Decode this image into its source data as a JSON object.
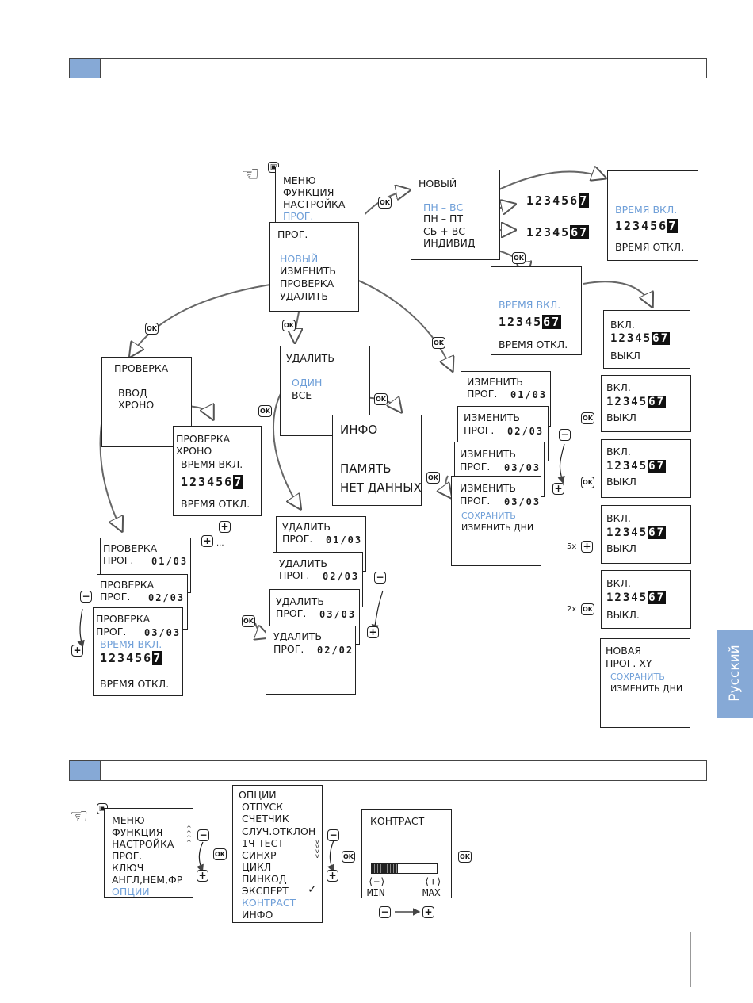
{
  "side_tab": "Русский",
  "main_menu": [
    "МЕНЮ",
    "ФУНКЦИЯ",
    "НАСТРОЙКА",
    "ПРОГ."
  ],
  "prog_menu": {
    "title": "ПРОГ.",
    "items": [
      "НОВЫЙ",
      "ИЗМЕНИТЬ",
      "ПРОВЕРКА",
      "УДАЛИТЬ"
    ]
  },
  "new_menu": {
    "title": "НОВЫЙ",
    "items": [
      "ПН – ВС",
      "ПН – ПТ",
      "СБ + ВС",
      "ИНДИВИД"
    ]
  },
  "days": "123456",
  "days_last": "7",
  "days_first5": "12345",
  "days_67": "67",
  "time_on": "ВРЕМЯ ВКЛ.",
  "time_off": "ВРЕМЯ ОТКЛ.",
  "on_short": "ВКЛ.",
  "off_short": "ВЫКЛ",
  "off_short_dot": "ВЫКЛ.",
  "check_menu": [
    "ПРОВЕРКА",
    "ВВОД",
    "ХРОНО"
  ],
  "check_chrono": [
    "ПРОВЕРКА",
    "ХРОНО"
  ],
  "check_title": "ПРОВЕРКА",
  "prog_label": "ПРОГ.",
  "counters": [
    "01/03",
    "02/03",
    "03/03",
    "02/02"
  ],
  "delete_menu": {
    "title": "УДАЛИТЬ",
    "items": [
      "ОДИН",
      "ВСЕ"
    ]
  },
  "info_box": {
    "title": "ИНФО",
    "lines": [
      "ПАМЯТЬ",
      "НЕТ ДАННЫХ"
    ]
  },
  "delete_title": "УДАЛИТЬ",
  "change_title": "ИЗМЕНИТЬ",
  "save": "СОХРАНИТЬ",
  "change_days": "ИЗМЕНИТЬ ДНИ",
  "new_prog": [
    "НОВАЯ",
    "ПРОГ. XY"
  ],
  "key_ok": "OK",
  "key_plus": "+",
  "key_minus": "−",
  "ellipsis": "...",
  "mult_5x": "5x",
  "mult_2x": "2x",
  "menu2": [
    "МЕНЮ",
    "ФУНКЦИЯ",
    "НАСТРОЙКА",
    "ПРОГ.",
    "КЛЮЧ",
    "АНГЛ,НЕМ,ФР",
    "ОПЦИИ"
  ],
  "options": [
    "ОПЦИИ",
    "ОТПУСК",
    "СЧЕТЧИК",
    "СЛУЧ.ОТКЛОН",
    "1Ч-ТЕСТ",
    "СИНХР",
    "ЦИКЛ",
    "ПИНКОД",
    "ЭКСПЕРТ",
    "КОНТРАСТ",
    "ИНФО"
  ],
  "check_mark": "✓",
  "contrast": {
    "title": "КОНТРАСТ",
    "minus_hint": "⟨−⟩",
    "plus_hint": "⟨+⟩",
    "min": "MIN",
    "max": "MAX",
    "level": 0.4
  },
  "colors": {
    "accent": "#6f9fd8",
    "tab": "#86a9d6"
  }
}
